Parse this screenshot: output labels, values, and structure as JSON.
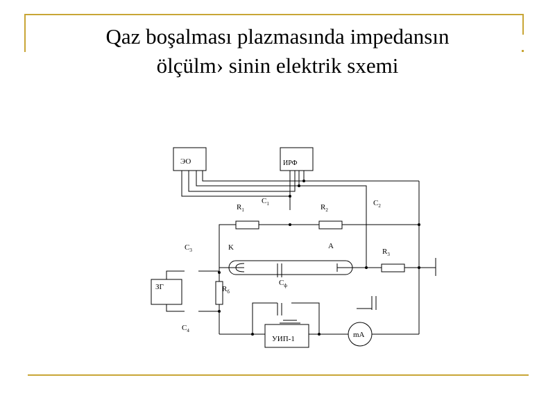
{
  "slide": {
    "title_line1": "Qaz boşalması plazmasında impedansın",
    "title_line2": "ölçülm› sinin elektrik sxemi",
    "accent_color": "#c8a535"
  },
  "schematic": {
    "blocks": {
      "eo": "ЭО",
      "irf": "ИРФ",
      "zg": "ЗГ",
      "uip": "УИП-1",
      "ma": "mA"
    },
    "labels": {
      "c1": "C",
      "c1_sub": "1",
      "c2": "C",
      "c2_sub": "2",
      "c3": "C",
      "c3_sub": "3",
      "c4": "C",
      "c4_sub": "4",
      "r1": "R",
      "r1_sub": "1",
      "r2": "R",
      "r2_sub": "2",
      "r3": "R",
      "r3_sub": "3",
      "rb": "R",
      "rb_sub": "б",
      "cf": "C",
      "cf_sub": "ф",
      "k": "K",
      "a": "A"
    }
  }
}
